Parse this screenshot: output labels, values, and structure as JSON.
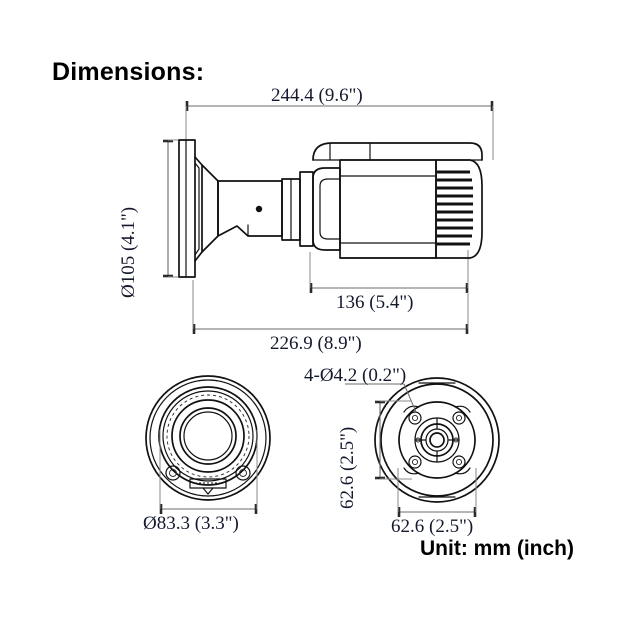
{
  "page": {
    "heading": "Dimensions:",
    "unit_note": "Unit: mm (inch)",
    "background_color": "#ffffff",
    "text_color": "#000000",
    "dimension_text_color": "#15192e",
    "dimension_line_color": "#6b6b6b",
    "outline_color": "#111111"
  },
  "views": {
    "side_view": {
      "name": "camera-side-view",
      "dimensions": {
        "overall_length": "244.4 (9.6\")",
        "mount_plate_diameter": "Ø105 (4.1\")",
        "body_length": "136 (5.4\")",
        "body_to_mount_length": "226.9 (8.9\")"
      }
    },
    "front_view": {
      "name": "camera-front-view",
      "dimensions": {
        "lens_housing_diameter": "Ø83.3 (3.3\")"
      }
    },
    "base_view": {
      "name": "mounting-base-view",
      "dimensions": {
        "screw_hole_callout": "4-Ø4.2 (0.2\")",
        "hole_spacing_vertical": "62.6 (2.5\")",
        "hole_spacing_horizontal": "62.6 (2.5\")"
      }
    }
  },
  "chart_data": {
    "type": "table",
    "title": "Dimensions:",
    "annotations": [
      "244.4 (9.6\")",
      "Ø105 (4.1\")",
      "136 (5.4\")",
      "226.9 (8.9\")",
      "Ø83.3 (3.3\")",
      "4-Ø4.2 (0.2\")",
      "62.6 (2.5\")",
      "62.6 (2.5\")",
      "Unit: mm (inch)"
    ]
  }
}
